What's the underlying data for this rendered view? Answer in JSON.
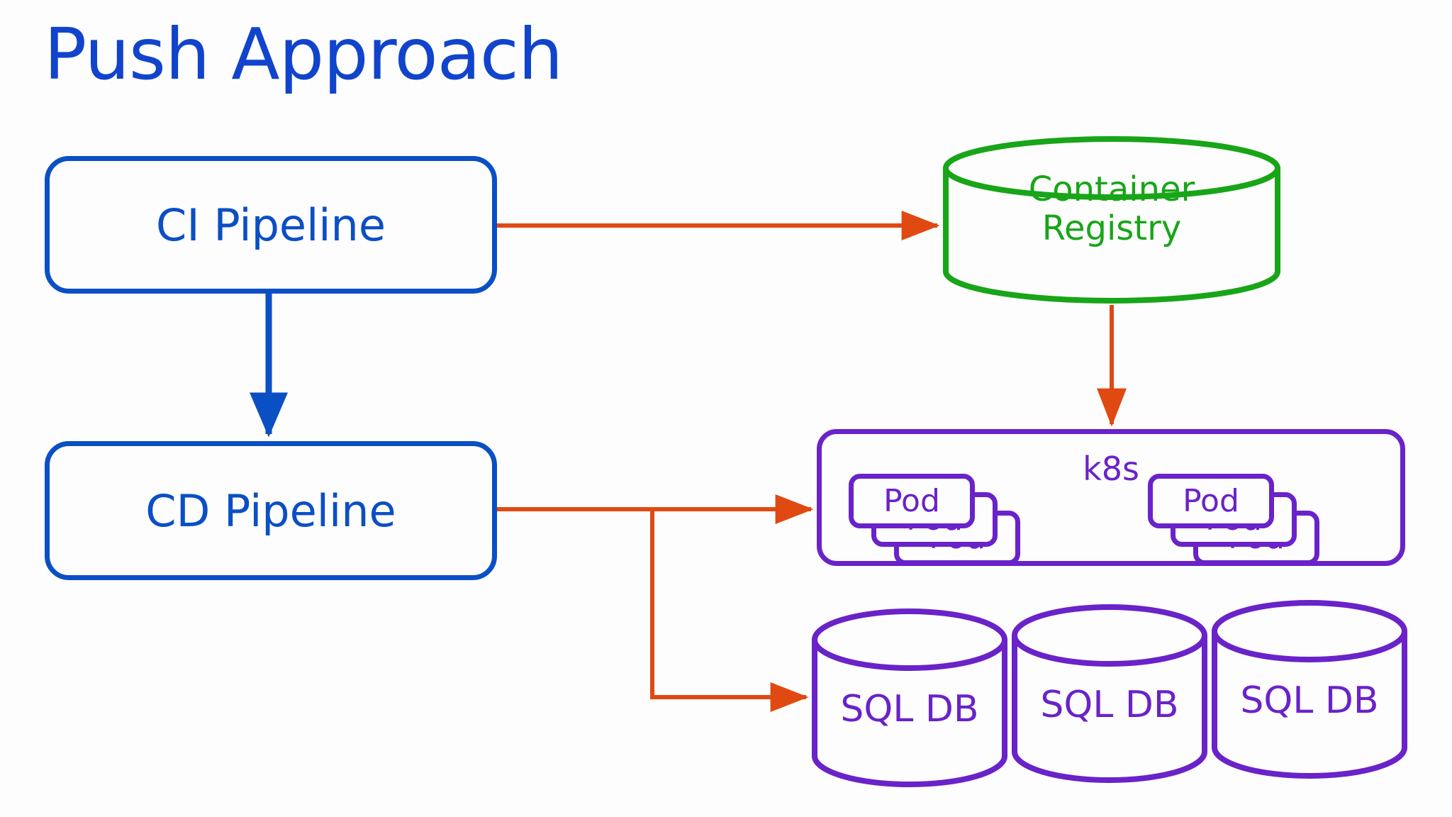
{
  "slide": {
    "title": "Push Approach",
    "title_color": "#1144cc",
    "background": "#fdfdfd"
  },
  "colors": {
    "pipeline_blue": "#0b4fc4",
    "registry_green": "#18a518",
    "k8s_purple": "#6a22c9",
    "arrow_orange": "#e04a12"
  },
  "nodes": {
    "ci_pipeline": {
      "label": "CI Pipeline",
      "shape": "rounded-rect",
      "color": "#0b4fc4"
    },
    "cd_pipeline": {
      "label": "CD Pipeline",
      "shape": "rounded-rect",
      "color": "#0b4fc4"
    },
    "container_registry": {
      "label": "Container\nRegistry",
      "shape": "cylinder",
      "color": "#18a518"
    },
    "k8s_cluster": {
      "label": "k8s",
      "shape": "rounded-rect",
      "color": "#6a22c9",
      "pod_groups": [
        {
          "name": "pod-group-left",
          "pods": [
            "Pod",
            "Pod",
            "Pod"
          ]
        },
        {
          "name": "pod-group-right",
          "pods": [
            "Pod",
            "Pod",
            "Pod"
          ]
        }
      ]
    },
    "databases": [
      {
        "label": "SQL DB",
        "shape": "cylinder",
        "color": "#6a22c9"
      },
      {
        "label": "SQL DB",
        "shape": "cylinder",
        "color": "#6a22c9"
      },
      {
        "label": "SQL DB",
        "shape": "cylinder",
        "color": "#6a22c9"
      }
    ]
  },
  "connectors": [
    {
      "name": "ci-to-registry",
      "from": "ci_pipeline",
      "to": "container_registry",
      "color": "#e04a12",
      "style": "straight-arrow"
    },
    {
      "name": "ci-to-cd",
      "from": "ci_pipeline",
      "to": "cd_pipeline",
      "color": "#0b4fc4",
      "style": "straight-arrow"
    },
    {
      "name": "registry-to-k8s",
      "from": "container_registry",
      "to": "k8s_cluster",
      "color": "#e04a12",
      "style": "straight-arrow"
    },
    {
      "name": "cd-to-k8s",
      "from": "cd_pipeline",
      "to": "k8s_cluster",
      "color": "#e04a12",
      "style": "straight-arrow"
    },
    {
      "name": "cd-to-sqldb",
      "from": "cd_pipeline",
      "to": "databases.0",
      "color": "#e04a12",
      "style": "elbow-arrow"
    }
  ]
}
